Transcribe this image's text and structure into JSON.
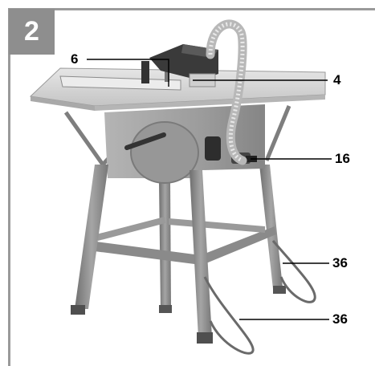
{
  "figure": {
    "number": "2"
  },
  "callouts": [
    {
      "id": "6",
      "label": "6"
    },
    {
      "id": "4",
      "label": "4"
    },
    {
      "id": "16",
      "label": "16"
    },
    {
      "id": "36a",
      "label": "36"
    },
    {
      "id": "36b",
      "label": "36"
    }
  ],
  "colors": {
    "frame": "#9a9a9a",
    "badge": "#8e8e8e",
    "table_top": "#d6d6d6",
    "legs": "#8c8c8c",
    "housing": "#a9a9a9",
    "guard": "#3a3a3a"
  }
}
